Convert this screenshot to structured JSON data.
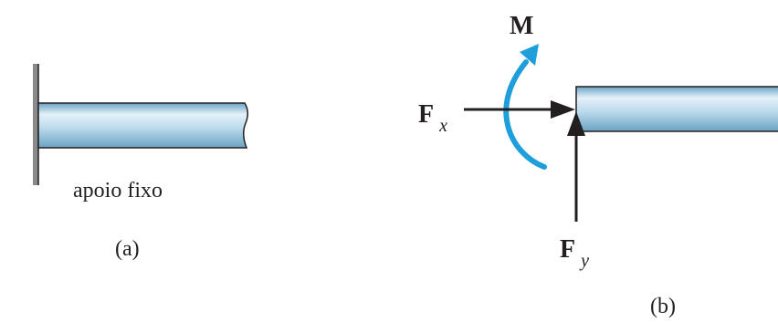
{
  "panel_a": {
    "support_label": "apoio fixo",
    "caption": "(a)"
  },
  "panel_b": {
    "moment_label": "M",
    "force_x_label": "F",
    "force_x_sub": "x",
    "force_y_label": "F",
    "force_y_sub": "y",
    "caption": "(b)",
    "moment_color": "#1e9fdb"
  },
  "colors": {
    "beam_light": "#e4f1f9",
    "beam_mid": "#a9cfe4",
    "beam_dark": "#6aa3c4",
    "outline": "#231f20",
    "wall": "#8a8a8a"
  }
}
